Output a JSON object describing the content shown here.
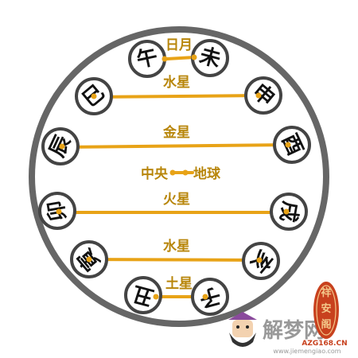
{
  "colors": {
    "outer_ring": "#666666",
    "line": "#e8a317",
    "label": "#b8860b",
    "dot": "#e8a317",
    "circle_fill": "#ffffff",
    "circle_stroke": "#444444"
  },
  "branches": {
    "wu": "午",
    "wei": "未",
    "si": "巳",
    "shen": "申",
    "chen": "辰",
    "you": "酉",
    "mao": "卯",
    "xu": "戌",
    "yin": "寅",
    "hai": "亥",
    "chou": "丑",
    "zi": "子"
  },
  "labels": {
    "sun_moon": "日月",
    "mercury_upper": "水星",
    "venus": "金星",
    "center_left": "中央",
    "center_right": "地球",
    "mars": "火星",
    "mercury_lower": "水星",
    "saturn": "土星"
  },
  "watermark": {
    "brand": "解梦网",
    "seal_chars": [
      "祥",
      "安",
      "阁"
    ],
    "domain": "AZG168.CN",
    "url": "www.jiemengiao.com"
  }
}
